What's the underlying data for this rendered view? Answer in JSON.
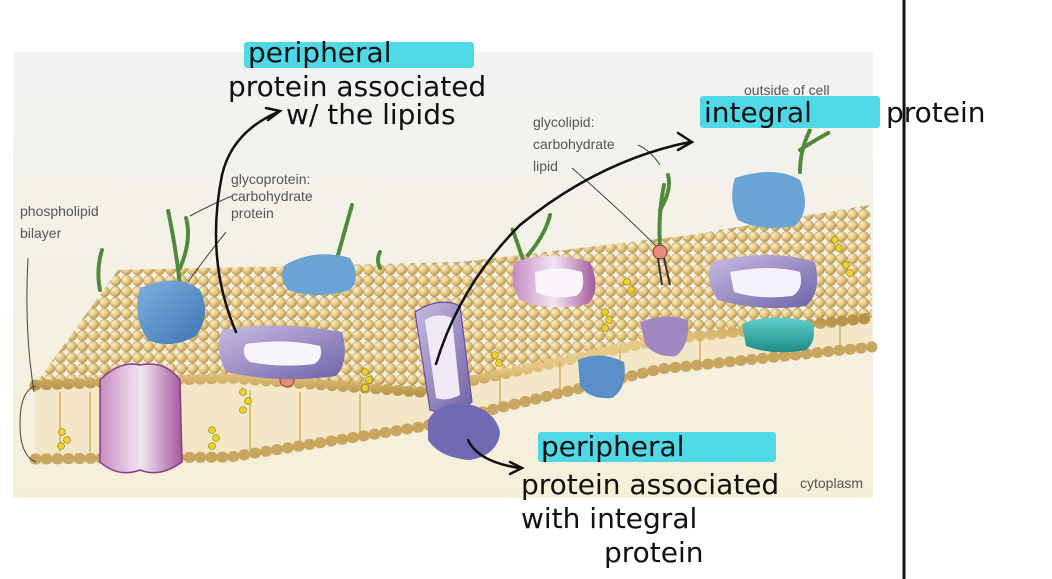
{
  "colors": {
    "highlight": "#4fd8e6",
    "bead": "#e6c786",
    "membrane_bg": "#f5f1e4",
    "protein_blue": "#5b8fc8",
    "protein_purple": "#a592c9",
    "protein_teal": "#35a9a6",
    "ink": "#111111"
  },
  "printed_labels": {
    "outside_of_cell": "outside of cell",
    "glycolipid": "glycolipid:",
    "glycolipid_carb": "carbohydrate",
    "glycolipid_lipid": "lipid",
    "glycoprotein": "glycoprotein:",
    "glycoprotein_carb": "carbohydrate",
    "glycoprotein_protein": "protein",
    "phospholipid": "phospholipid",
    "bilayer": "bilayer",
    "cytoplasm": "cytoplasm"
  },
  "annotations": {
    "peripheral_top_1": "peripheral",
    "peripheral_top_2": "protein associated",
    "peripheral_top_3": "w/ the lipids",
    "integral": "integral",
    "integral_2": "protein",
    "peripheral_bottom_1": "peripheral",
    "peripheral_bottom_2": "protein associated",
    "peripheral_bottom_3": "with integral",
    "peripheral_bottom_4": "protein"
  }
}
